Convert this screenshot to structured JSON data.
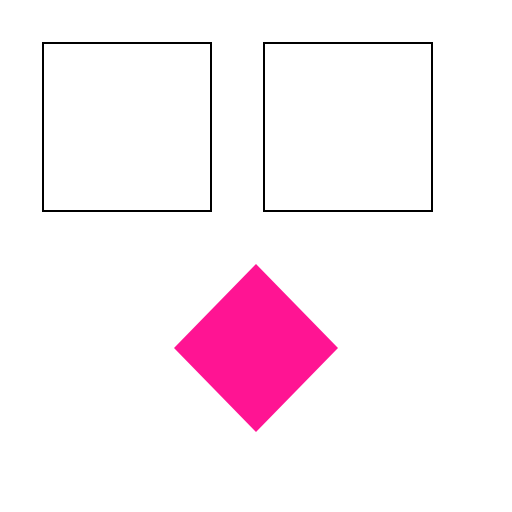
{
  "scene": {
    "background_color": "#ffffff",
    "shapes": [
      {
        "id": "square-left",
        "kind": "square",
        "fill": "#ffffff",
        "stroke": "#000000"
      },
      {
        "id": "square-right",
        "kind": "square",
        "fill": "#ffffff",
        "stroke": "#000000"
      },
      {
        "id": "diamond",
        "kind": "diamond",
        "fill": "#ff1493",
        "stroke": "none"
      }
    ]
  }
}
